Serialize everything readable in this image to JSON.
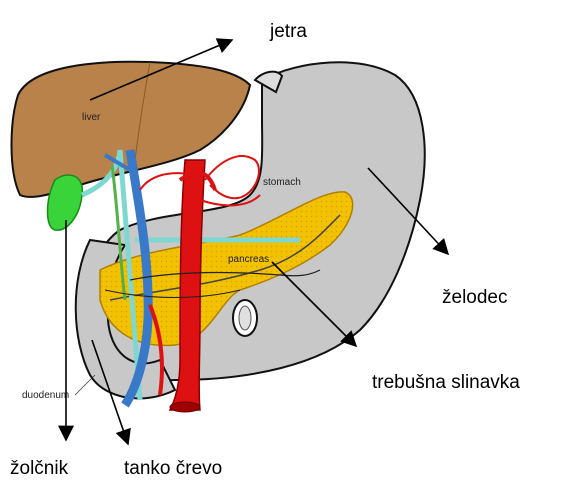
{
  "labels": {
    "jetra": "jetra",
    "zelodec": "želodec",
    "trebusna_slinavka": "trebušna slinavka",
    "zolcnik": "žolčnik",
    "tanko_crevo": "tanko črevo"
  },
  "organ_labels": {
    "liver": "liver",
    "stomach": "stomach",
    "pancreas": "pancreas",
    "duodenum": "duodenum"
  },
  "colors": {
    "liver": "#b8824a",
    "stomach": "#c8c8c8",
    "pancreas": "#f2c200",
    "gallbladder": "#39d439",
    "artery": "#dd1111",
    "vein": "#3a78c8",
    "bile_duct": "#7fd8d0"
  }
}
